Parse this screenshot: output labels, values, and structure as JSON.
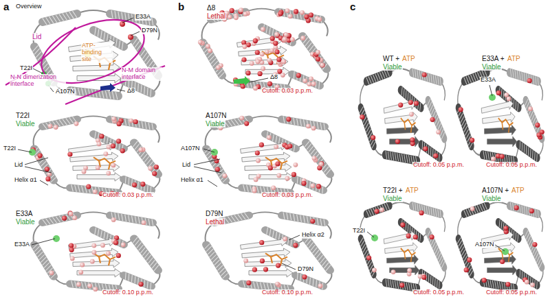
{
  "diagram": {
    "labels": [
      "a",
      "Overview",
      "E33A",
      "D79N",
      "Lid",
      "ATP-binding site",
      "T22I",
      "A107N",
      "N-N dimerization interface",
      "N-M domain interface",
      "Δ8",
      "T22I",
      "Viable",
      "T22I",
      "Lid",
      "Helix α1",
      "Cutoff: 0.03 p.p.m.",
      "E33A",
      "Viable",
      "E33A",
      "Cutoff: 0.10 p.p.m.",
      "b",
      "Δ8",
      "Lethal",
      "Δ8",
      "Cutoff: 0.03 p.p.m.",
      "A107N",
      "Viable",
      "A107N",
      "Lid",
      "Helix α1",
      "Cutoff: 0.03 p.p.m.",
      "D79N",
      "Lethal",
      "Helix α2",
      "D79N",
      "Cutoff: 0.10 p.p.m.",
      "c",
      "WT +",
      "ATP",
      "Viable",
      "Cutoff: 0.05 p.p.m.",
      "E33A +",
      "ATP",
      "Viable",
      "E33A",
      "Cutoff: 0.05 p.p.m.",
      "T22I +",
      "ATP",
      "Viable",
      "T22I",
      "Cutoff: 0.05 p.p.m.",
      "A107N +",
      "ATP",
      "Viable",
      "A107N",
      "Cutoff: 0.05 p.p.m."
    ]
  }
}
